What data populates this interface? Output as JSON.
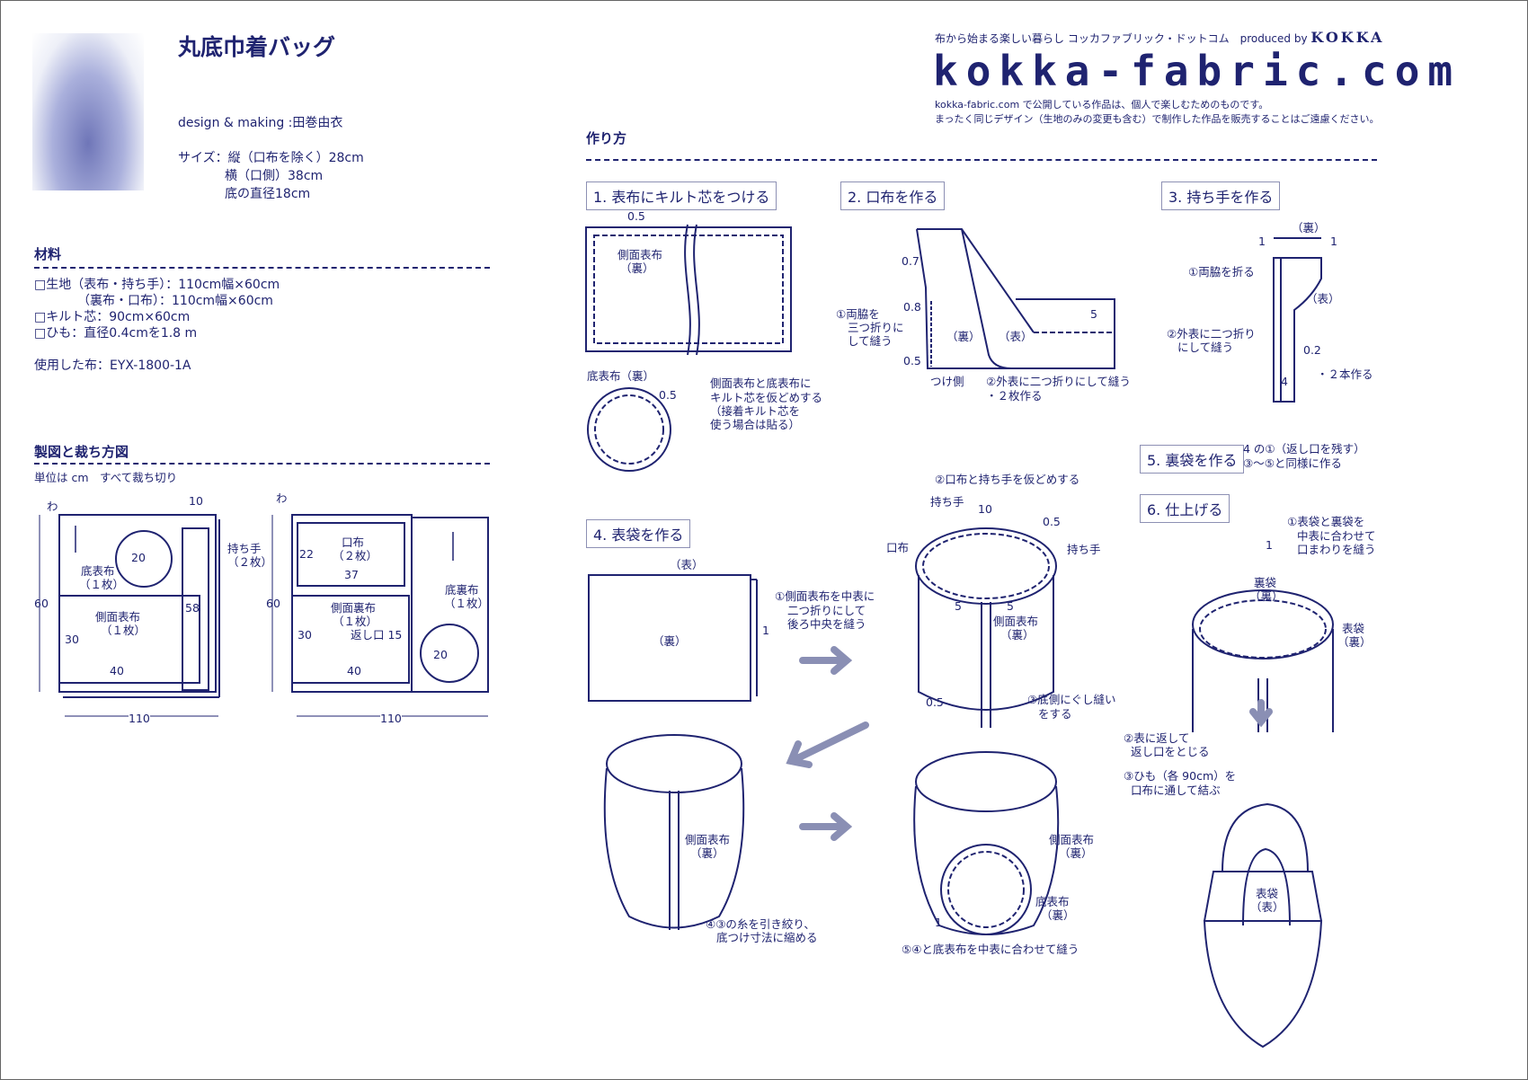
{
  "title": "丸底巾着バッグ",
  "design": "design & making :田巻由衣",
  "size": [
    "サイズ：縦（口布を除く）28cm",
    "横（口側）38cm",
    "底の直径18cm"
  ],
  "materials": {
    "heading": "材料",
    "items": [
      "□生地（表布・持ち手）：110cm幅×60cm",
      "（裏布・口布）：110cm幅×60cm",
      "□キルト芯：90cm×60cm",
      "□ひも：直径0.4cmを1.8 m"
    ],
    "fabric": "使用した布：EYX-1800-1A"
  },
  "cutting": {
    "heading": "製図と裁ち方図",
    "note": "単位は cm　すべて裁ち切り",
    "left": [
      "わ",
      "10",
      "20",
      "底表布",
      "（１枚）",
      "持ち手",
      "（２枚）",
      "60",
      "側面表布",
      "（１枚）",
      "58",
      "30",
      "40",
      "110"
    ],
    "right": [
      "わ",
      "22",
      "口布",
      "（２枚）",
      "37",
      "60",
      "側面裏布",
      "（１枚）",
      "30",
      "返し口 15",
      "40",
      "底裏布",
      "（１枚）",
      "20",
      "110"
    ]
  },
  "brand": {
    "tagline": "布から始まる楽しい暮らし コッカファブリック・ドットコム　produced by",
    "kokka": "KOKKA",
    "logo": "kokka-fabric.com",
    "notice": [
      "kokka-fabric.com で公開している作品は、個人で楽しむためのものです。",
      "まったく同じデザイン（生地のみの変更も含む）で制作した作品を販売することはご遠慮ください。"
    ]
  },
  "howto": {
    "heading": "作り方"
  },
  "s1": {
    "title": "1. 表布にキルト芯をつける",
    "labels": [
      "0.5",
      "側面表布",
      "（裏）",
      "底表布（裏）",
      "0.5",
      "側面表布と底表布に",
      "キルト芯を仮どめする",
      "（接着キルト芯を",
      "使う場合は貼る）"
    ]
  },
  "s2": {
    "title": "2. 口布を作る",
    "labels": [
      "0.7",
      "0.8",
      "①両脇を",
      "三つ折りに",
      "して縫う",
      "0.5",
      "（裏）",
      "（表）",
      "5",
      "つけ側",
      "②外表に二つ折りにして縫う",
      "・２枚作る"
    ]
  },
  "s3": {
    "title": "3. 持ち手を作る",
    "labels": [
      "（裏）",
      "1",
      "1",
      "①両脇を折る",
      "（表）",
      "②外表に二つ折り",
      "にして縫う",
      "0.2",
      "4",
      "・２本作る"
    ]
  },
  "s4": {
    "title": "4. 表袋を作る",
    "labels": [
      "（表）",
      "①側面表布を中表に",
      "二つ折りにして",
      "後ろ中央を縫う",
      "1",
      "（裏）",
      "②口布と持ち手を仮どめする",
      "持ち手",
      "10",
      "0.5",
      "口布",
      "持ち手",
      "5",
      "5",
      "側面表布",
      "（裏）",
      "0.5",
      "③底側にぐし縫い",
      "をする",
      "側面表布",
      "（裏）",
      "④③の糸を引き絞り、",
      "底つけ寸法に縮める",
      "側面表布",
      "（裏）",
      "底表布",
      "（裏）",
      "1",
      "⑤④と底表布を中表に合わせて縫う"
    ]
  },
  "s5": {
    "title": "5. 裏袋を作る",
    "note": [
      "4 の①（返し口を残す）",
      "③〜⑤と同様に作る"
    ]
  },
  "s6": {
    "title": "6. 仕上げる",
    "labels": [
      "①表袋と裏袋を",
      "中表に合わせて",
      "口まわりを縫う",
      "1",
      "裏袋",
      "（裏）",
      "表袋",
      "（裏）",
      "②表に返して",
      "返し口をとじる",
      "③ひも（各 90cm）を",
      "口布に通して結ぶ",
      "表袋",
      "（表）"
    ]
  },
  "colors": {
    "ink": "#1f2370",
    "arrow": "#8a8fb4"
  }
}
